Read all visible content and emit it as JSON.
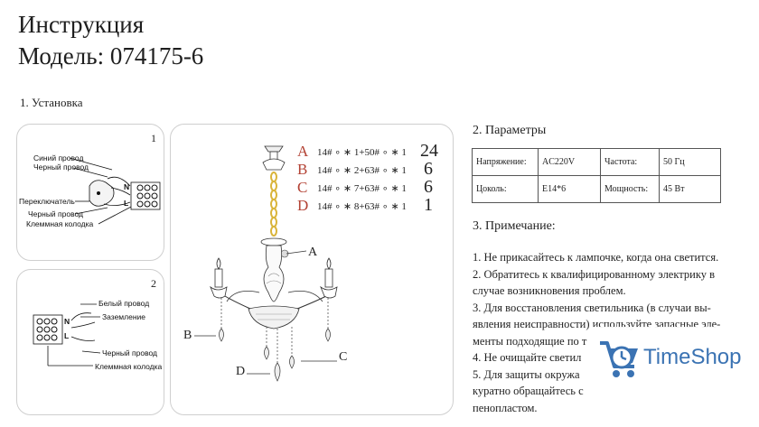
{
  "header": {
    "title": "Инструкция",
    "model": "Модель: 074175-6"
  },
  "install": {
    "heading": "1. Установка",
    "panel1": {
      "number": "1",
      "labels": [
        "Синий провод",
        "Черный провод",
        "Переключатель",
        "Черный провод",
        "Клеммная колодка"
      ],
      "terminal_letters": [
        "N",
        "L"
      ]
    },
    "panel2": {
      "number": "2",
      "labels": [
        "Белый провод",
        "Заземление",
        "Черный провод",
        "Клеммная колодка"
      ],
      "terminal_letters": [
        "N",
        "L"
      ]
    },
    "parts_list": [
      {
        "letter": "A",
        "text": "14# ∘ ∗ 1+50# ∘ ∗ 1",
        "count": "24"
      },
      {
        "letter": "B",
        "text": "14# ∘ ∗ 2+63# ∘ ∗ 1",
        "count": "6"
      },
      {
        "letter": "C",
        "text": "14# ∘ ∗ 7+63# ∘ ∗ 1",
        "count": "6"
      },
      {
        "letter": "D",
        "text": "14# ∘ ∗ 8+63# ∘ ∗ 1",
        "count": "1"
      }
    ],
    "diagram_labels": {
      "a": "A",
      "b": "B",
      "c": "C",
      "d": "D"
    }
  },
  "params": {
    "heading": "2. Параметры",
    "rows": [
      [
        "Напряжение:",
        "AC220V",
        "Частота:",
        "50 Гц"
      ],
      [
        "Цоколь:",
        "E14*6",
        "Мощность:",
        "45 Вт"
      ]
    ]
  },
  "notes": {
    "heading": "3. Примечание:",
    "lines": [
      "1. Не прикасайтесь к лампочке, когда она светится.",
      "2. Обратитесь к квалифицированному электрику в",
      "случае возникновения проблем.",
      "3. Для восстановления светильника (в случаи вы-",
      "явления неисправности) используйте запасные эле-",
      "менты подходящие по т",
      "4. Не очищайте  светил",
      "5. Для защиты окружа",
      "куратно обращайтесь с",
      "пенопластом."
    ]
  },
  "watermark": {
    "text": "TimeShop",
    "icon": "shopping-cart-clock-icon",
    "color": "#3b73b3"
  }
}
